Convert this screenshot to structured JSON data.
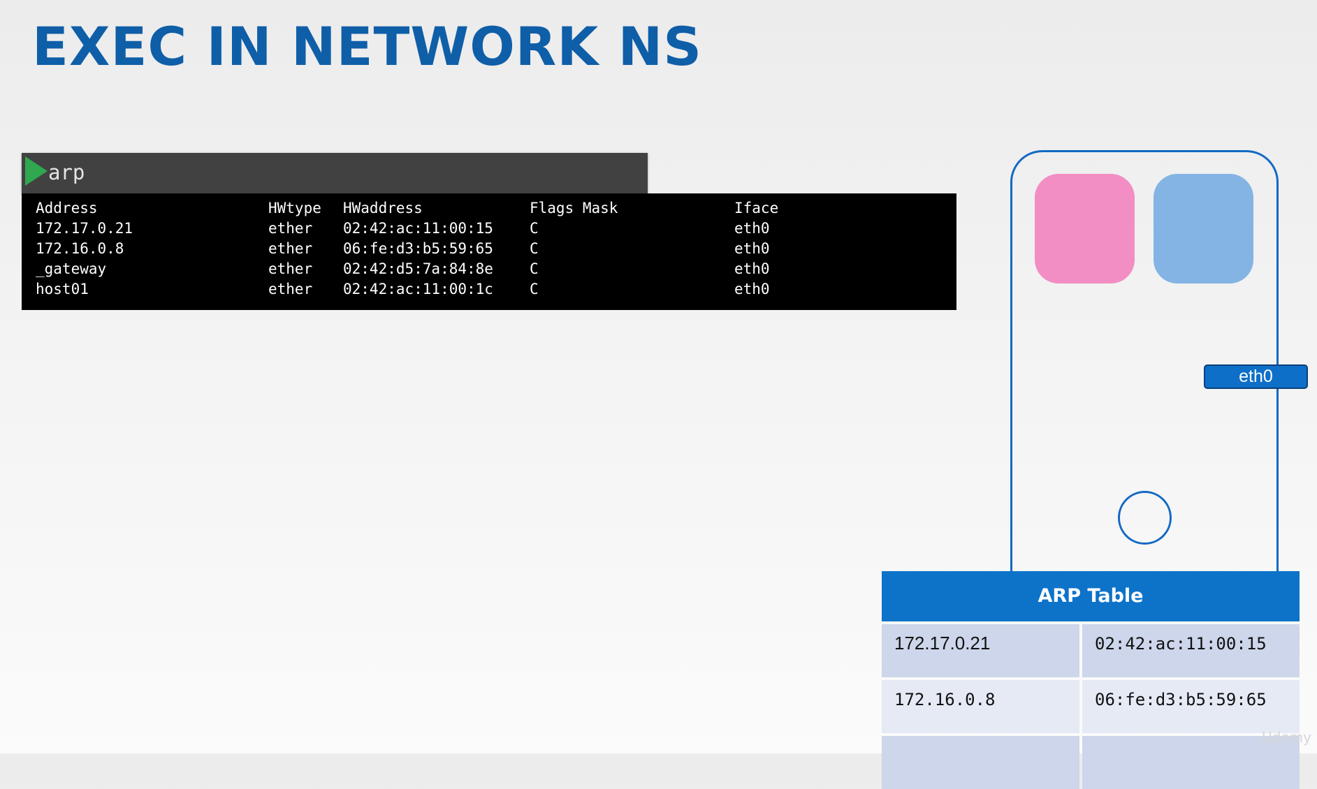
{
  "slide": {
    "title": "EXEC IN NETWORK NS"
  },
  "terminal": {
    "command": "arp",
    "header": {
      "address": "Address",
      "hwtype": "HWtype",
      "hwaddress": "HWaddress",
      "flags": "Flags Mask",
      "iface": "Iface"
    },
    "rows": [
      {
        "address": "172.17.0.21",
        "hwtype": "ether",
        "hwaddress": "02:42:ac:11:00:15",
        "flags": "C",
        "iface": "eth0"
      },
      {
        "address": "172.16.0.8",
        "hwtype": "ether",
        "hwaddress": "06:fe:d3:b5:59:65",
        "flags": "C",
        "iface": "eth0"
      },
      {
        "address": "_gateway",
        "hwtype": "ether",
        "hwaddress": "02:42:d5:7a:84:8e",
        "flags": "C",
        "iface": "eth0"
      },
      {
        "address": "host01",
        "hwtype": "ether",
        "hwaddress": "02:42:ac:11:00:1c",
        "flags": "C",
        "iface": "eth0"
      }
    ]
  },
  "diagram": {
    "interface_label": "eth0",
    "colors": {
      "pod_border": "#1469c4",
      "container_pink": "#f28ec3",
      "container_blue": "#83b4e4",
      "interface": "#0d6fc8"
    }
  },
  "arp_table": {
    "title": "ARP Table",
    "rows": [
      {
        "ip": "172.17.0.21",
        "mac": "02:42:ac:11:00:15"
      },
      {
        "ip": "172.16.0.8",
        "mac": "06:fe:d3:b5:59:65"
      },
      {
        "ip": "",
        "mac": ""
      }
    ]
  },
  "watermark": "Udemy"
}
